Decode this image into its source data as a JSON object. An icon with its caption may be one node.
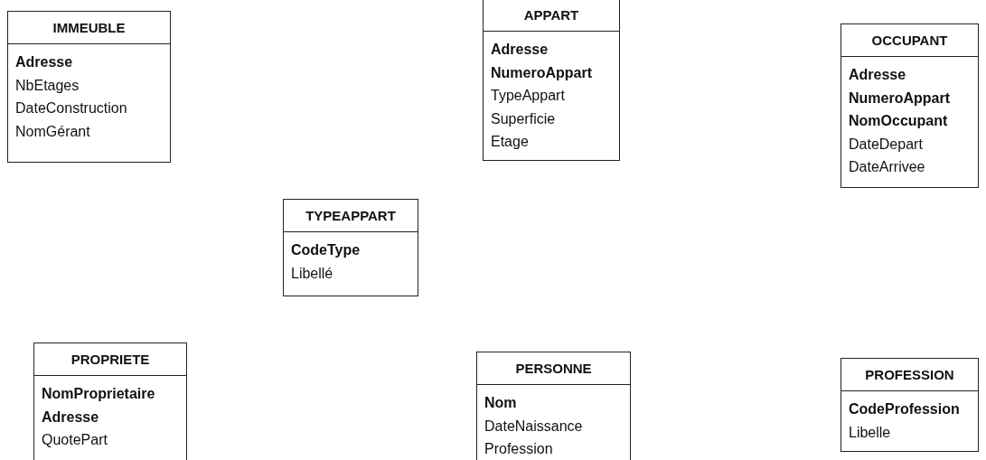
{
  "diagram": {
    "nodes": [
      {
        "text": [
          "IMMEUBLE",
          "**Adresse**",
          "NbEtages",
          "DateConstruction",
          "NomGérant"
        ]
      },
      {
        "text": [
          "APPART",
          "**Adresse**",
          "**NumeroAppart**",
          "TypeAppart",
          "Superficie",
          "Etage"
        ]
      },
      {
        "text": [
          "OCCUPANT",
          "**Adresse**",
          "**NumeroAppart**",
          "**NomOccupant**",
          "DateDepart",
          "DateArrivee"
        ]
      },
      {
        "text": [
          "TYPEAPPART",
          "**CodeType**",
          "Libellé"
        ]
      },
      {
        "text": [
          "PROPRIETE",
          "**NomProprietaire**",
          "**Adresse**",
          "QuotePart"
        ]
      },
      {
        "text": [
          "PERSONNE",
          "**Nom**",
          "DateNaissance",
          "Profession"
        ]
      },
      {
        "text": [
          "PROFESSION",
          "**CodeProfession**",
          "Libelle"
        ]
      }
    ]
  }
}
